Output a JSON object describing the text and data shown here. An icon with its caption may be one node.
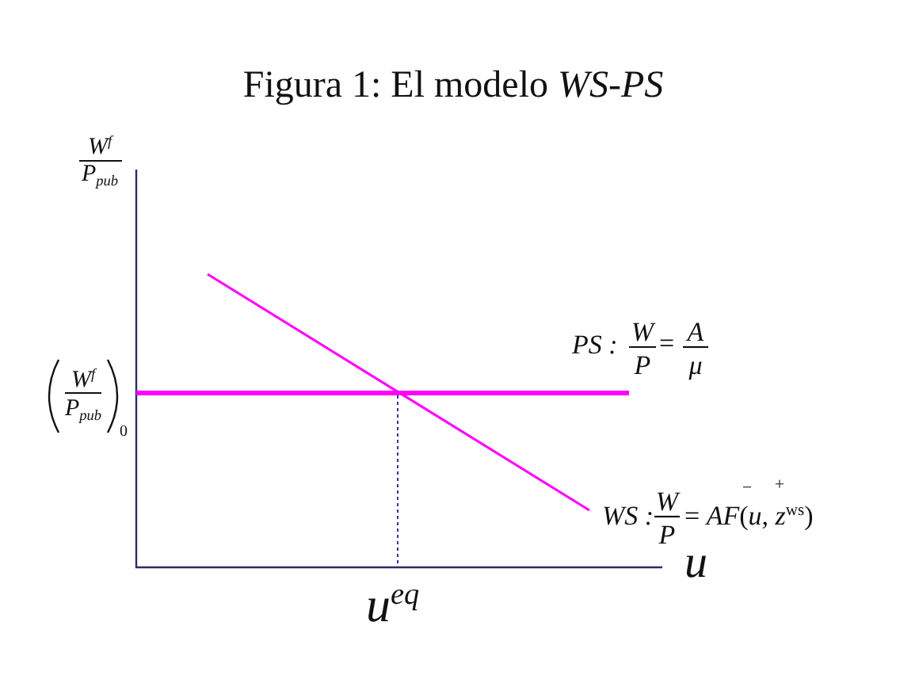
{
  "diagram": {
    "title": "Figura 1: El modelo *WS-PS*",
    "labels": [
      "W$^{f}$",
      "P$_{pub}$",
      "PS :",
      "W",
      "P",
      "=",
      "A",
      "μ",
      "W$^{f}$",
      "P$_{pub}$",
      "0",
      "−",
      "+",
      "WS :",
      "W",
      "P",
      "= *AF*(*u*, *z*$^{ws}$)",
      "u",
      "u$^{eq}$"
    ]
  }
}
